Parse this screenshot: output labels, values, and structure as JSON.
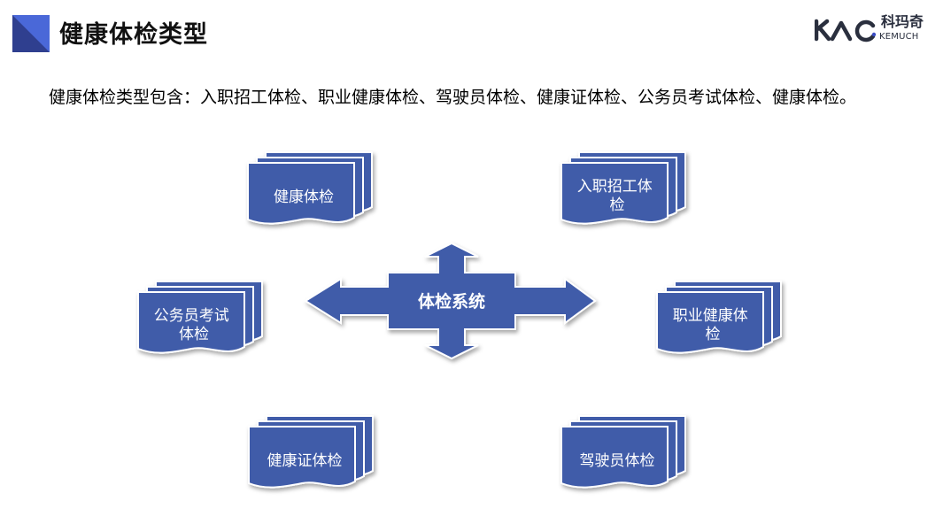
{
  "header": {
    "title": "健康体检类型",
    "logo_name": "科玛奇",
    "logo_sub": "KEMUCH",
    "accent_color": "#4a68d8"
  },
  "intro_text": "健康体检类型包含：入职招工体检、职业健康体检、驾驶员体检、健康证体检、公务员考试体检、健康体检。",
  "diagram": {
    "center": "体检系统",
    "box_color": "#3f5ba9",
    "nodes": {
      "health_check": [
        "健康体检"
      ],
      "recruit_check": [
        "入职招工体",
        "检"
      ],
      "civil_exam_check": [
        "公务员考试",
        "体检"
      ],
      "occupational_check": [
        "职业健康体",
        "检"
      ],
      "health_cert_check": [
        "健康证体检"
      ],
      "driver_check": [
        "驾驶员体检"
      ]
    }
  }
}
